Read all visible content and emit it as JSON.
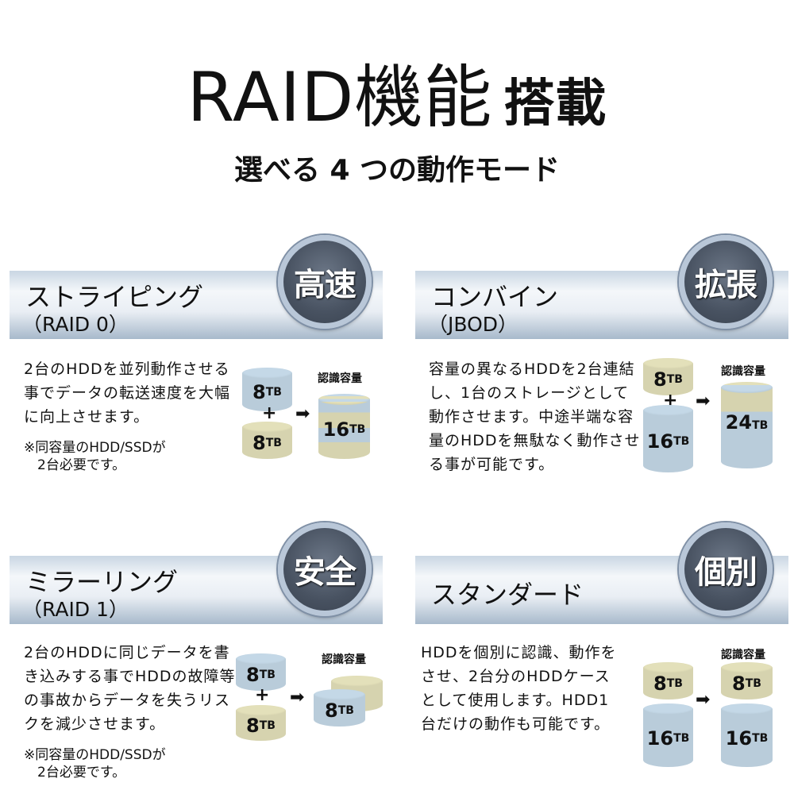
{
  "header": {
    "title": "RAID機能",
    "title_suffix": "搭載",
    "subtitle": "選べる 4 つの動作モード"
  },
  "colors": {
    "disk_blue": "#b9ccda",
    "disk_tan": "#d6d3af",
    "badge": "#485261"
  },
  "capacity_label": "認識容量",
  "plus": "+",
  "arrow": "➡",
  "tb": "TB",
  "modes": [
    {
      "name": "ストライピング",
      "sub": "（RAID 0）",
      "badge": "高速",
      "desc": "2台のHDDを並列動作させる事でデータの転送速度を大幅に向上させます。",
      "note": "※同容量のHDD/SSDが\n　2台必要です。",
      "disks": [
        "8",
        "8"
      ],
      "result": "16"
    },
    {
      "name": "コンバイン",
      "sub": "（JBOD）",
      "badge": "拡張",
      "desc": "容量の異なるHDDを2台連結し、1台のストレージとして動作させます。中途半端な容量のHDDを無駄なく動作させる事が可能です。",
      "disks": [
        "8",
        "16"
      ],
      "result": "24"
    },
    {
      "name": "ミラーリング",
      "sub": "（RAID 1）",
      "badge": "安全",
      "desc": "2台のHDDに同じデータを書き込みする事でHDDの故障等の事故からデータを失うリスクを減少させます。",
      "note": "※同容量のHDD/SSDが\n　2台必要です。",
      "disks": [
        "8",
        "8"
      ],
      "result": "8"
    },
    {
      "name": "スタンダード",
      "badge": "個別",
      "desc": "HDDを個別に認識、動作をさせ、2台分のHDDケースとして使用します。HDD1台だけの動作も可能です。",
      "disks": [
        "8",
        "16"
      ],
      "result": [
        "8",
        "16"
      ]
    }
  ]
}
